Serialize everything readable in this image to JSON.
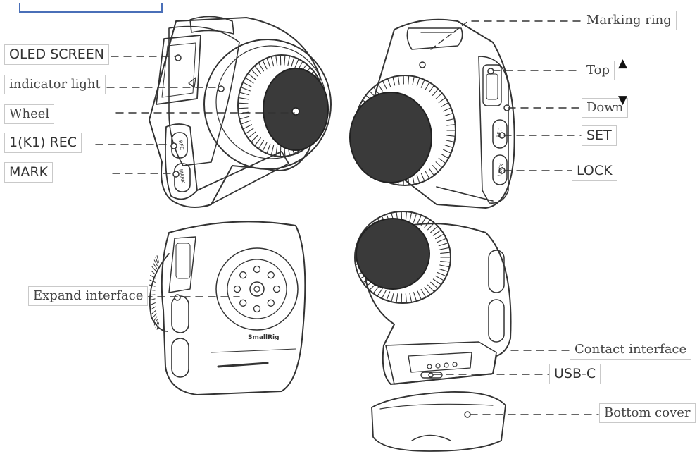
{
  "labels": {
    "oled_screen": "OLED SCREEN",
    "indicator_light": "indicator light",
    "wheel": "Wheel",
    "k1_rec": "1(K1) REC",
    "mark": "MARK",
    "marking_ring": "Marking ring",
    "top": "Top",
    "down": "Down",
    "set": "SET",
    "lock": "LOCK",
    "expand_interface": "Expand interface",
    "contact_interface": "Contact interface",
    "usb_c": "USB-C",
    "bottom_cover": "Bottom cover"
  },
  "device_text": {
    "rec": "REC",
    "mark": "MARK",
    "set": "SET",
    "lock": "LOCK",
    "brand": "SmallRig"
  },
  "icons": {
    "up": "triangle-up-icon",
    "down": "triangle-down-icon"
  },
  "colors": {
    "accent": "#4a6fb8",
    "line": "#333333",
    "knob": "#3a3a3a"
  }
}
